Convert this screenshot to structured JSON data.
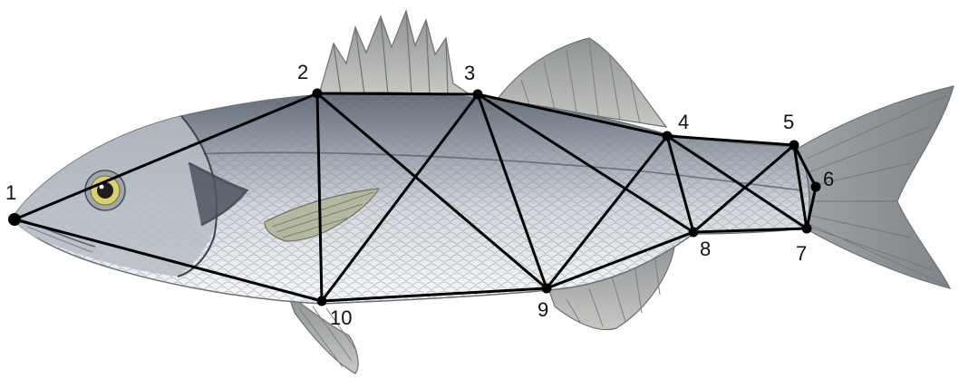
{
  "diagram": {
    "landmarks": [
      {
        "id": "1",
        "label": "1"
      },
      {
        "id": "2",
        "label": "2"
      },
      {
        "id": "3",
        "label": "3"
      },
      {
        "id": "4",
        "label": "4"
      },
      {
        "id": "5",
        "label": "5"
      },
      {
        "id": "6",
        "label": "6"
      },
      {
        "id": "7",
        "label": "7"
      },
      {
        "id": "8",
        "label": "8"
      },
      {
        "id": "9",
        "label": "9"
      },
      {
        "id": "10",
        "label": "10"
      }
    ],
    "edges": [
      [
        "1",
        "2"
      ],
      [
        "1",
        "10"
      ],
      [
        "2",
        "3"
      ],
      [
        "2",
        "10"
      ],
      [
        "2",
        "9"
      ],
      [
        "3",
        "10"
      ],
      [
        "3",
        "4"
      ],
      [
        "3",
        "9"
      ],
      [
        "3",
        "8"
      ],
      [
        "4",
        "5"
      ],
      [
        "4",
        "9"
      ],
      [
        "4",
        "8"
      ],
      [
        "4",
        "7"
      ],
      [
        "5",
        "8"
      ],
      [
        "5",
        "6"
      ],
      [
        "5",
        "7"
      ],
      [
        "6",
        "7"
      ],
      [
        "8",
        "7"
      ],
      [
        "8",
        "9"
      ],
      [
        "9",
        "10"
      ]
    ],
    "colors": {
      "network": "#000000",
      "body_silver": "#c9ced6",
      "back_dark": "#6c7480",
      "belly": "#eef0f3",
      "fin": "#a7aaa8",
      "eye": "#d8d06a"
    }
  }
}
